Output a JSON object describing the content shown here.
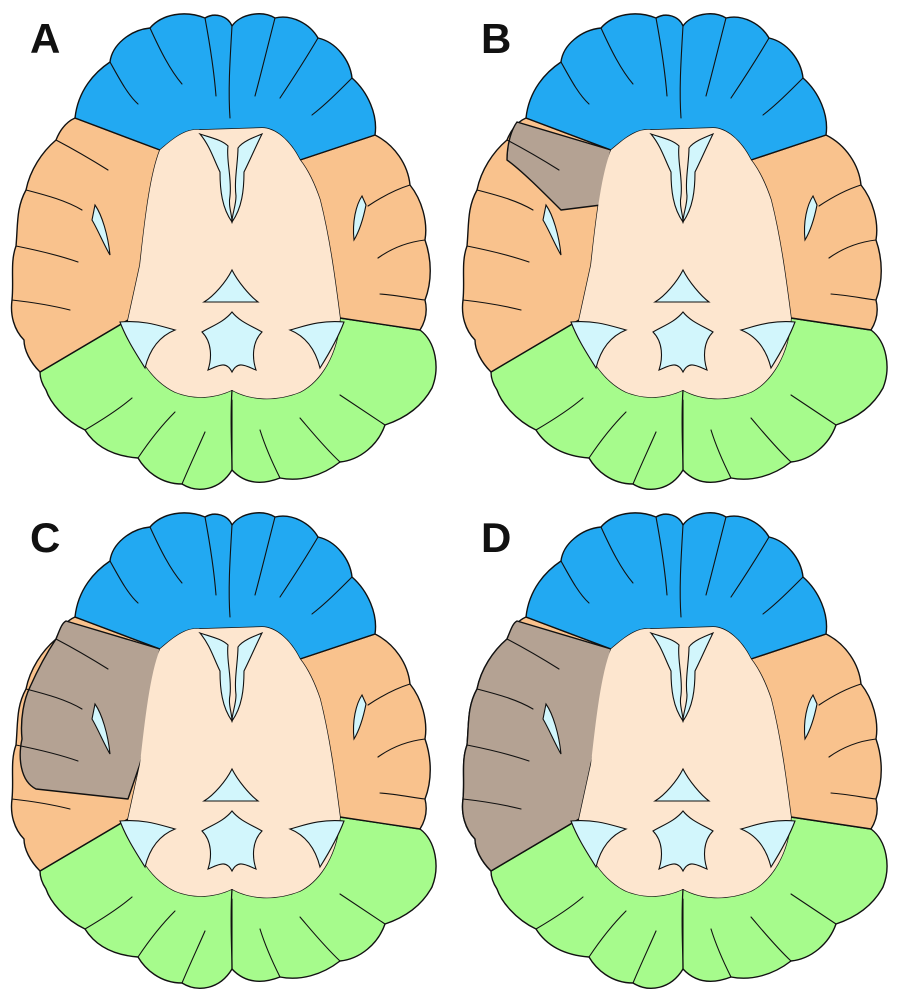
{
  "colors": {
    "frontal": "#22a9f2",
    "temporal": "#f9c28d",
    "lesion": "#b4a293",
    "occipital": "#a6fb8c",
    "deep": "#fde6cf",
    "ventricle": "#d2f6fc",
    "outline": "#111111"
  },
  "panels": [
    {
      "label": "A",
      "lesion_extent": 0
    },
    {
      "label": "B",
      "lesion_extent": 1
    },
    {
      "label": "C",
      "lesion_extent": 2
    },
    {
      "label": "D",
      "lesion_extent": 3
    }
  ]
}
